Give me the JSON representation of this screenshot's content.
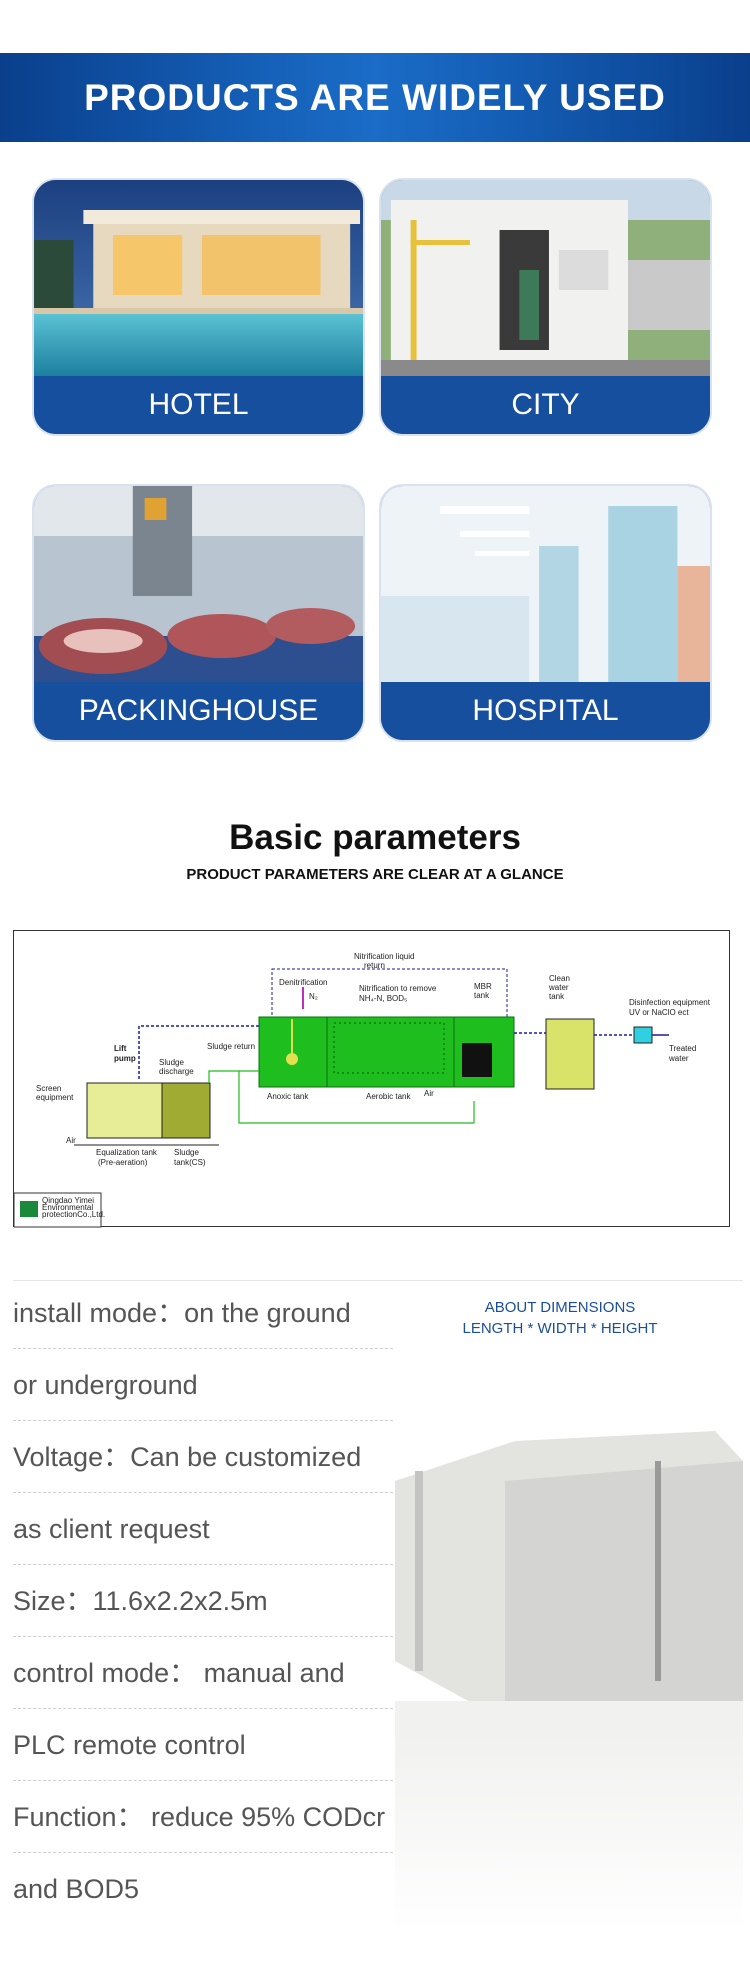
{
  "banner": {
    "title": "PRODUCTS ARE WIDELY USED"
  },
  "applications": [
    {
      "label": "HOTEL",
      "icon": "hotel-pool-photo"
    },
    {
      "label": "CITY",
      "icon": "equipment-container-photo"
    },
    {
      "label": "PACKINGHOUSE",
      "icon": "meat-processing-photo"
    },
    {
      "label": "HOSPITAL",
      "icon": "hospital-interior-photo"
    }
  ],
  "basic_parameters": {
    "title": "Basic parameters",
    "subtitle": "PRODUCT PARAMETERS ARE CLEAR AT A GLANCE"
  },
  "diagram": {
    "labels": {
      "nitrification_return": [
        "Nitrification liquid",
        "return"
      ],
      "denitrification": "Denitrification",
      "n2": "N₂",
      "nitrification_remove": [
        "Nitrification to remove",
        "NH₄-N, BOD₅"
      ],
      "mbr_tank": [
        "MBR",
        "tank"
      ],
      "clean_water_tank": [
        "Clean",
        "water",
        "tank"
      ],
      "disinfection": [
        "Disinfection equipment",
        "UV or NaClO ect"
      ],
      "treated_water": [
        "Treated",
        "water"
      ],
      "lift_pump": [
        "Lift",
        "pump"
      ],
      "sludge_return": "Sludge return",
      "sludge_discharge": [
        "Sludge",
        "discharge"
      ],
      "screen_equipment": [
        "Screen",
        "equipment"
      ],
      "anoxic_tank": "Anoxic tank",
      "aerobic_tank": "Aerobic tank",
      "air_top": "Air",
      "air_left": "Air",
      "equalization_tank": [
        "Equalization tank",
        "(Pre-aeration)"
      ],
      "sludge_tank": [
        "Sludge",
        "tank(CS)"
      ],
      "company": [
        "Qingdao Yimei",
        "Environmental",
        "protectionCo.,Ltd."
      ]
    },
    "colors": {
      "green": "#1fbe1f",
      "yellow": "#c8d84a",
      "blue": "#1a1aa8"
    }
  },
  "parameters": {
    "rows": [
      "install mode：on the ground",
      "or underground",
      "Voltage：Can be customized",
      "as client request",
      " Size：11.6x2.2x2.5m",
      "control mode：  manual and",
      "PLC remote control",
      "Function：  reduce 95% CODcr",
      " and BOD5"
    ],
    "dimension_title": [
      "ABOUT DIMENSIONS",
      "LENGTH * WIDTH * HEIGHT"
    ]
  }
}
